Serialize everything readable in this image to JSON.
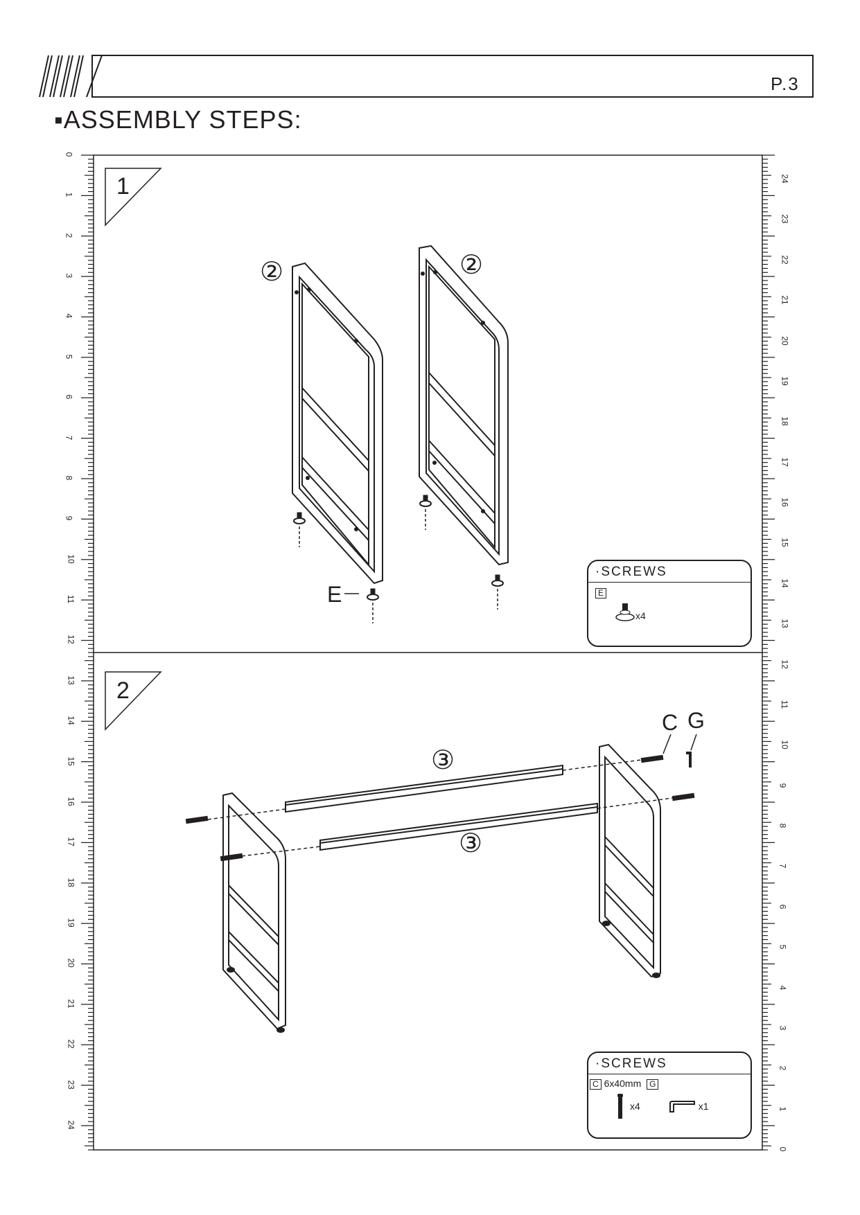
{
  "header": {
    "page_number": "P.3",
    "title": "ASSEMBLY STEPS:"
  },
  "ruler": {
    "left_labels": [
      "0",
      "1",
      "2",
      "3",
      "4",
      "5",
      "6",
      "7",
      "8",
      "9",
      "10",
      "11",
      "12",
      "13",
      "14",
      "15",
      "16",
      "17",
      "18",
      "19",
      "20",
      "21",
      "22",
      "23",
      "24"
    ],
    "right_labels": [
      "24",
      "23",
      "22",
      "21",
      "20",
      "19",
      "18",
      "17",
      "16",
      "15",
      "14",
      "13",
      "12",
      "11",
      "10",
      "9",
      "8",
      "7",
      "6",
      "5",
      "4",
      "3",
      "2",
      "1",
      "0"
    ]
  },
  "step1": {
    "number": "1",
    "part_label_a": "②",
    "part_label_b": "②",
    "callout_e": "E",
    "screws": {
      "title": "SCREWS",
      "tag": "E",
      "qty": "x4"
    }
  },
  "step2": {
    "number": "2",
    "part_label_top": "③",
    "part_label_bottom": "③",
    "callout_c": "C",
    "callout_g": "G",
    "screws": {
      "title": "SCREWS",
      "tag_c": "C",
      "size": "6x40mm",
      "tag_g": "G",
      "qty_c": "x4",
      "qty_g": "x1"
    }
  }
}
